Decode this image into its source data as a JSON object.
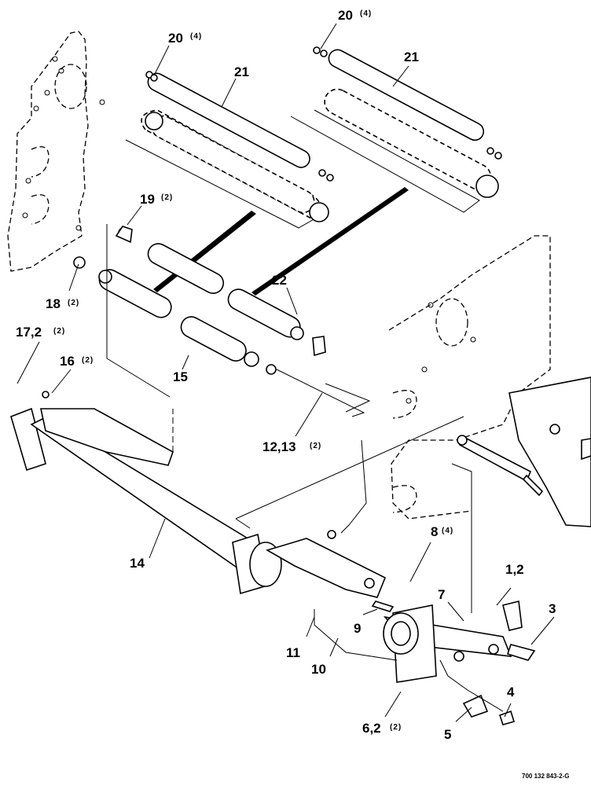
{
  "callouts": [
    {
      "id": "c20a",
      "num": "20",
      "qty": "(4)"
    },
    {
      "id": "c20b",
      "num": "20",
      "qty": "(4)"
    },
    {
      "id": "c21a",
      "num": "21",
      "qty": ""
    },
    {
      "id": "c21b",
      "num": "21",
      "qty": ""
    },
    {
      "id": "c19",
      "num": "19",
      "qty": "(2)"
    },
    {
      "id": "c18",
      "num": "18",
      "qty": "(2)"
    },
    {
      "id": "c22",
      "num": "22",
      "qty": ""
    },
    {
      "id": "c17",
      "num": "17,2",
      "qty": "(2)"
    },
    {
      "id": "c16",
      "num": "16",
      "qty": "(2)"
    },
    {
      "id": "c15",
      "num": "15",
      "qty": ""
    },
    {
      "id": "c12",
      "num": "12,13",
      "qty": "(2)"
    },
    {
      "id": "c14",
      "num": "14",
      "qty": ""
    },
    {
      "id": "c8",
      "num": "8",
      "qty": "(4)"
    },
    {
      "id": "c7",
      "num": "7",
      "qty": ""
    },
    {
      "id": "c1",
      "num": "1,2",
      "qty": ""
    },
    {
      "id": "c3",
      "num": "3",
      "qty": ""
    },
    {
      "id": "c9",
      "num": "9",
      "qty": ""
    },
    {
      "id": "c11",
      "num": "11",
      "qty": ""
    },
    {
      "id": "c10",
      "num": "10",
      "qty": ""
    },
    {
      "id": "c4",
      "num": "4",
      "qty": ""
    },
    {
      "id": "c6",
      "num": "6,2",
      "qty": "(2)"
    },
    {
      "id": "c5",
      "num": "5",
      "qty": ""
    }
  ],
  "drawing_number": "700 132 843-2-G"
}
